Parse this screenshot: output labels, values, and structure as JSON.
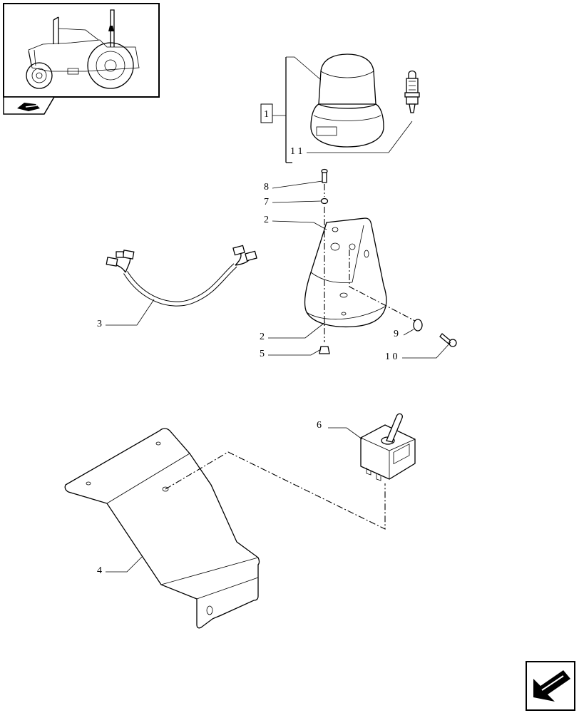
{
  "parts": [
    {
      "number": "1",
      "name": "beacon-assembly"
    },
    {
      "number": "2",
      "name": "mounting-bracket"
    },
    {
      "number": "3",
      "name": "wiring-harness"
    },
    {
      "number": "4",
      "name": "switch-bracket-plate"
    },
    {
      "number": "5",
      "name": "nut"
    },
    {
      "number": "6",
      "name": "toggle-switch"
    },
    {
      "number": "7",
      "name": "washer"
    },
    {
      "number": "8",
      "name": "screw"
    },
    {
      "number": "9",
      "name": "washer"
    },
    {
      "number": "10",
      "name": "bolt"
    },
    {
      "number": "11",
      "name": "bulb"
    }
  ],
  "labels": {
    "ref_1": "1",
    "ref_2_top": "2",
    "ref_2_bottom": "2",
    "ref_3": "3",
    "ref_4": "4",
    "ref_5": "5",
    "ref_6": "6",
    "ref_7": "7",
    "ref_8": "8",
    "ref_9": "9",
    "ref_10": "1 0",
    "ref_11": "1 1"
  },
  "icons": {
    "thumbnail": "tractor-thumbnail-icon",
    "book": "book-icon",
    "nav": "next-page-arrow-icon"
  }
}
